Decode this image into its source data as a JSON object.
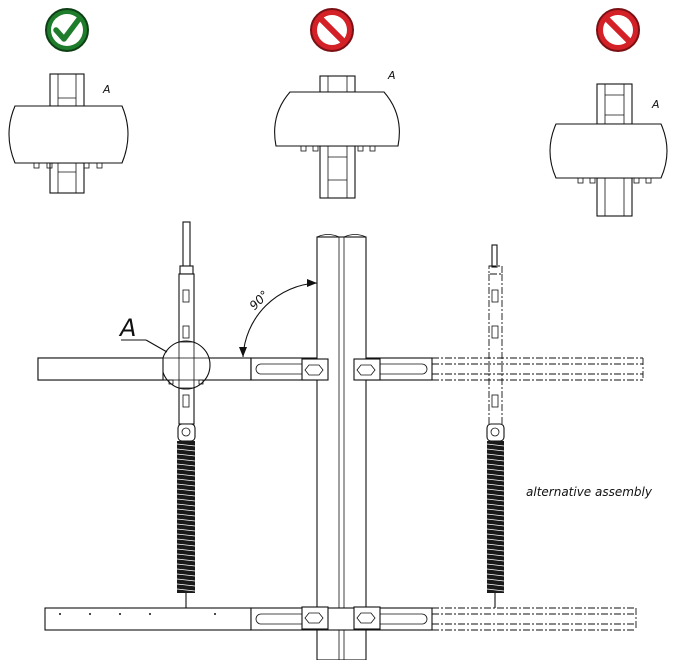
{
  "labels": {
    "detail_a_correct": "A",
    "detail_a_wrong_1": "A",
    "detail_a_wrong_2": "A",
    "detail_callout": "A",
    "angle": "90°",
    "alternative_assembly": "alternative assembly"
  },
  "status_icons": [
    {
      "name": "correct-check-icon",
      "meaning": "correct",
      "color": "#1e7d2c"
    },
    {
      "name": "incorrect-prohibited-icon-1",
      "meaning": "incorrect",
      "color": "#d42027"
    },
    {
      "name": "incorrect-prohibited-icon-2",
      "meaning": "incorrect",
      "color": "#d42027"
    }
  ],
  "colors": {
    "line": "#111111",
    "correct": "#1e7d2c",
    "incorrect": "#d42027"
  }
}
